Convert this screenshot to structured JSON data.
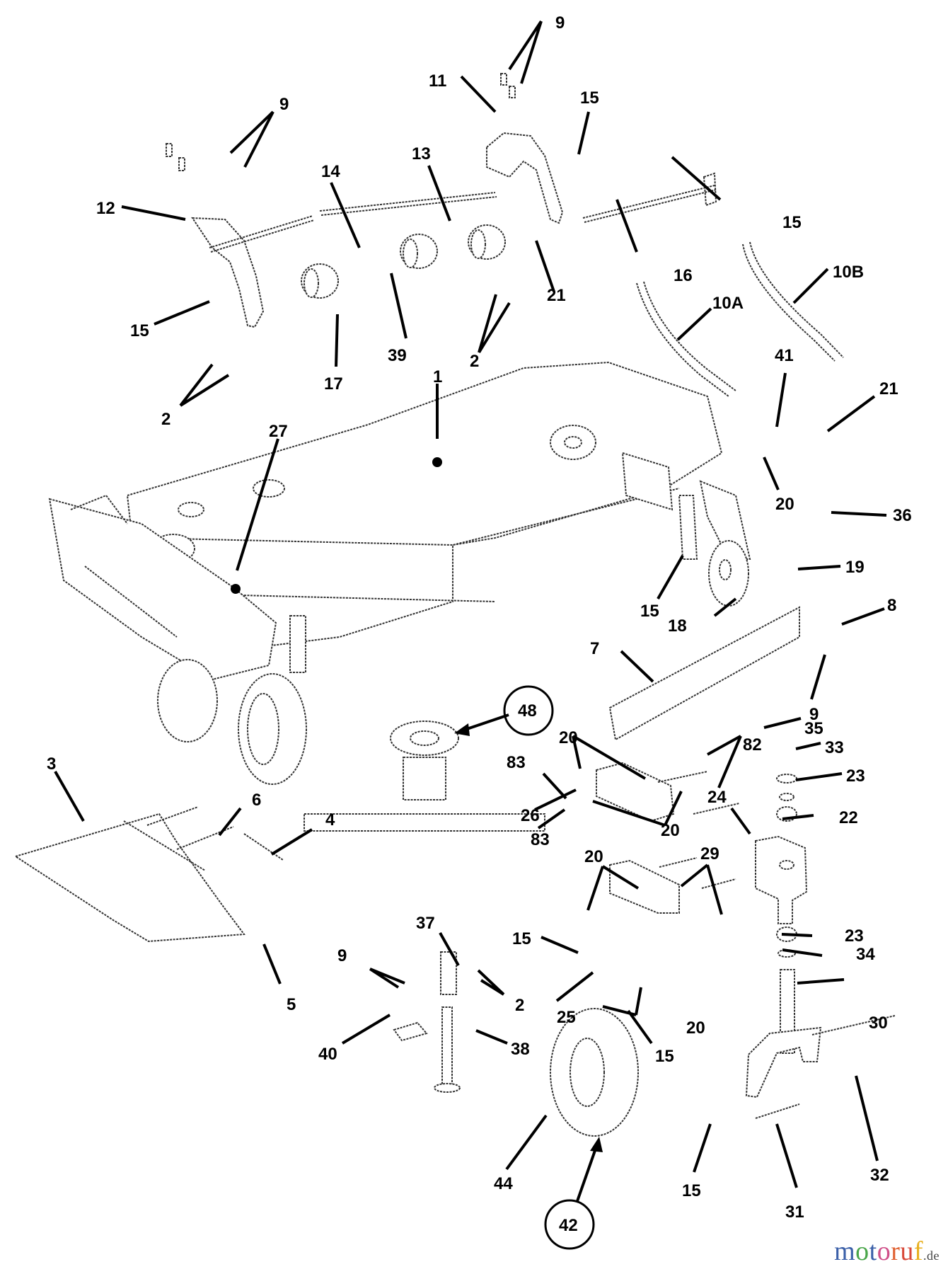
{
  "diagram": {
    "title": "Mower deck exploded parts diagram",
    "callouts": [
      {
        "id": "c9a",
        "label": "9"
      },
      {
        "id": "c11",
        "label": "11"
      },
      {
        "id": "c15a",
        "label": "15"
      },
      {
        "id": "c9b",
        "label": "9"
      },
      {
        "id": "c12",
        "label": "12"
      },
      {
        "id": "c14",
        "label": "14"
      },
      {
        "id": "c13",
        "label": "13"
      },
      {
        "id": "c15b",
        "label": "15"
      },
      {
        "id": "c16",
        "label": "16"
      },
      {
        "id": "c10b",
        "label": "10B"
      },
      {
        "id": "c10a",
        "label": "10A"
      },
      {
        "id": "c15c",
        "label": "15"
      },
      {
        "id": "c17",
        "label": "17"
      },
      {
        "id": "c39",
        "label": "39"
      },
      {
        "id": "c2a",
        "label": "2"
      },
      {
        "id": "c21a",
        "label": "21"
      },
      {
        "id": "c1",
        "label": "1"
      },
      {
        "id": "c2b",
        "label": "2"
      },
      {
        "id": "c27",
        "label": "27"
      },
      {
        "id": "c41",
        "label": "41"
      },
      {
        "id": "c21b",
        "label": "21"
      },
      {
        "id": "c20a",
        "label": "20"
      },
      {
        "id": "c36",
        "label": "36"
      },
      {
        "id": "c19",
        "label": "19"
      },
      {
        "id": "c15d",
        "label": "15"
      },
      {
        "id": "c18",
        "label": "18"
      },
      {
        "id": "c8",
        "label": "8"
      },
      {
        "id": "c7",
        "label": "7"
      },
      {
        "id": "c9c",
        "label": "9"
      },
      {
        "id": "c48",
        "label": "48"
      },
      {
        "id": "c35",
        "label": "35"
      },
      {
        "id": "c20b",
        "label": "20"
      },
      {
        "id": "c82",
        "label": "82"
      },
      {
        "id": "c83a",
        "label": "83"
      },
      {
        "id": "c33",
        "label": "33"
      },
      {
        "id": "c3",
        "label": "3"
      },
      {
        "id": "c23a",
        "label": "23"
      },
      {
        "id": "c6",
        "label": "6"
      },
      {
        "id": "c24",
        "label": "24"
      },
      {
        "id": "c26",
        "label": "26"
      },
      {
        "id": "c20c",
        "label": "20"
      },
      {
        "id": "c83b",
        "label": "83"
      },
      {
        "id": "c22",
        "label": "22"
      },
      {
        "id": "c4",
        "label": "4"
      },
      {
        "id": "c37",
        "label": "37"
      },
      {
        "id": "c20d",
        "label": "20"
      },
      {
        "id": "c29",
        "label": "29"
      },
      {
        "id": "c9d",
        "label": "9"
      },
      {
        "id": "c15e",
        "label": "15"
      },
      {
        "id": "c23b",
        "label": "23"
      },
      {
        "id": "c34",
        "label": "34"
      },
      {
        "id": "c5",
        "label": "5"
      },
      {
        "id": "c2c",
        "label": "2"
      },
      {
        "id": "c25",
        "label": "25"
      },
      {
        "id": "c20e",
        "label": "20"
      },
      {
        "id": "c30",
        "label": "30"
      },
      {
        "id": "c40",
        "label": "40"
      },
      {
        "id": "c38",
        "label": "38"
      },
      {
        "id": "c15f",
        "label": "15"
      },
      {
        "id": "c32",
        "label": "32"
      },
      {
        "id": "c44",
        "label": "44"
      },
      {
        "id": "c15g",
        "label": "15"
      },
      {
        "id": "c31",
        "label": "31"
      },
      {
        "id": "c42",
        "label": "42"
      }
    ],
    "circled_callouts": [
      "48",
      "42"
    ]
  },
  "watermark": {
    "letters": [
      {
        "ch": "m",
        "color": "#3a5fa8"
      },
      {
        "ch": "o",
        "color": "#4aa64a"
      },
      {
        "ch": "t",
        "color": "#3a5fa8"
      },
      {
        "ch": "o",
        "color": "#d0508a"
      },
      {
        "ch": "r",
        "color": "#e06030"
      },
      {
        "ch": "u",
        "color": "#d94a3a"
      },
      {
        "ch": "f",
        "color": "#e8b020"
      }
    ],
    "tld": ".de"
  }
}
